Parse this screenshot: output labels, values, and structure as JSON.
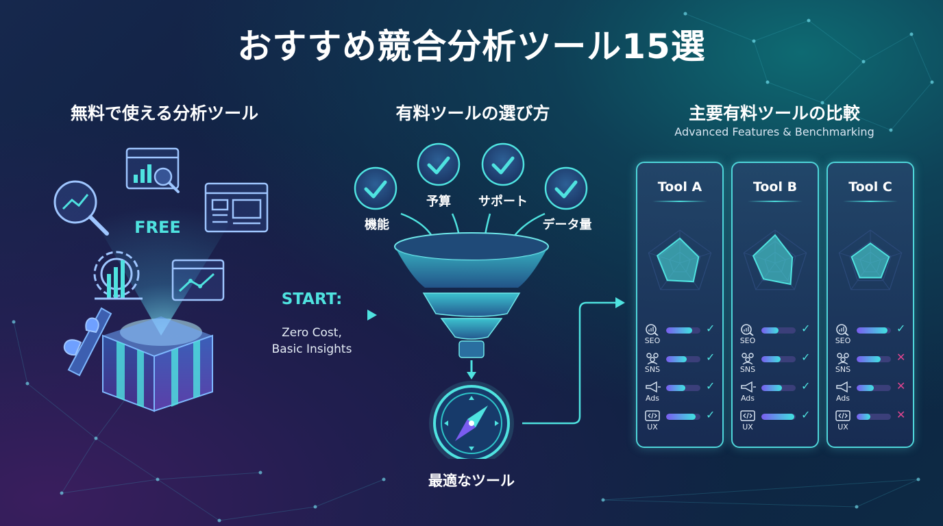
{
  "title": "おすすめ競合分析ツール15選",
  "free_section": {
    "heading": "無料で使える分析ツール",
    "badge": "FREE"
  },
  "start": {
    "label": "START:",
    "line1": "Zero Cost,",
    "line2": "Basic Insights"
  },
  "selection": {
    "heading": "有料ツールの選び方",
    "criteria": [
      "機能",
      "予算",
      "サポート",
      "データ量"
    ],
    "result": "最適なツール"
  },
  "comparison": {
    "heading": "主要有料ツールの比較",
    "subheading": "Advanced Features & Benchmarking",
    "metric_labels": [
      "SEO",
      "SNS",
      "Ads",
      "UX"
    ],
    "tools": [
      {
        "name": "Tool A",
        "radar": [
          0.75,
          0.6,
          0.7,
          0.65,
          0.72
        ],
        "metrics": [
          {
            "level": 0.75,
            "ok": true
          },
          {
            "level": 0.6,
            "ok": true
          },
          {
            "level": 0.55,
            "ok": true
          },
          {
            "level": 0.85,
            "ok": true
          }
        ]
      },
      {
        "name": "Tool B",
        "radar": [
          0.85,
          0.55,
          0.8,
          0.6,
          0.7
        ],
        "metrics": [
          {
            "level": 0.5,
            "ok": true
          },
          {
            "level": 0.55,
            "ok": true
          },
          {
            "level": 0.6,
            "ok": true
          },
          {
            "level": 0.95,
            "ok": true
          }
        ]
      },
      {
        "name": "Tool C",
        "radar": [
          0.6,
          0.6,
          0.55,
          0.55,
          0.6
        ],
        "metrics": [
          {
            "level": 0.9,
            "ok": true
          },
          {
            "level": 0.7,
            "ok": false
          },
          {
            "level": 0.5,
            "ok": false
          },
          {
            "level": 0.4,
            "ok": false
          }
        ]
      }
    ]
  },
  "colors": {
    "accent": "#4fe3e0",
    "accent_deep": "#2ec4c8",
    "purple": "#7a5cf0",
    "check": "#4fe3e0",
    "cross": "#e0458f"
  },
  "icons": [
    "magnifier-chart-icon",
    "dashboard-icon",
    "window-layout-icon",
    "gear-chart-icon",
    "line-chart-icon",
    "gift-box-icon",
    "check-circle-icon",
    "funnel-icon",
    "compass-icon"
  ]
}
